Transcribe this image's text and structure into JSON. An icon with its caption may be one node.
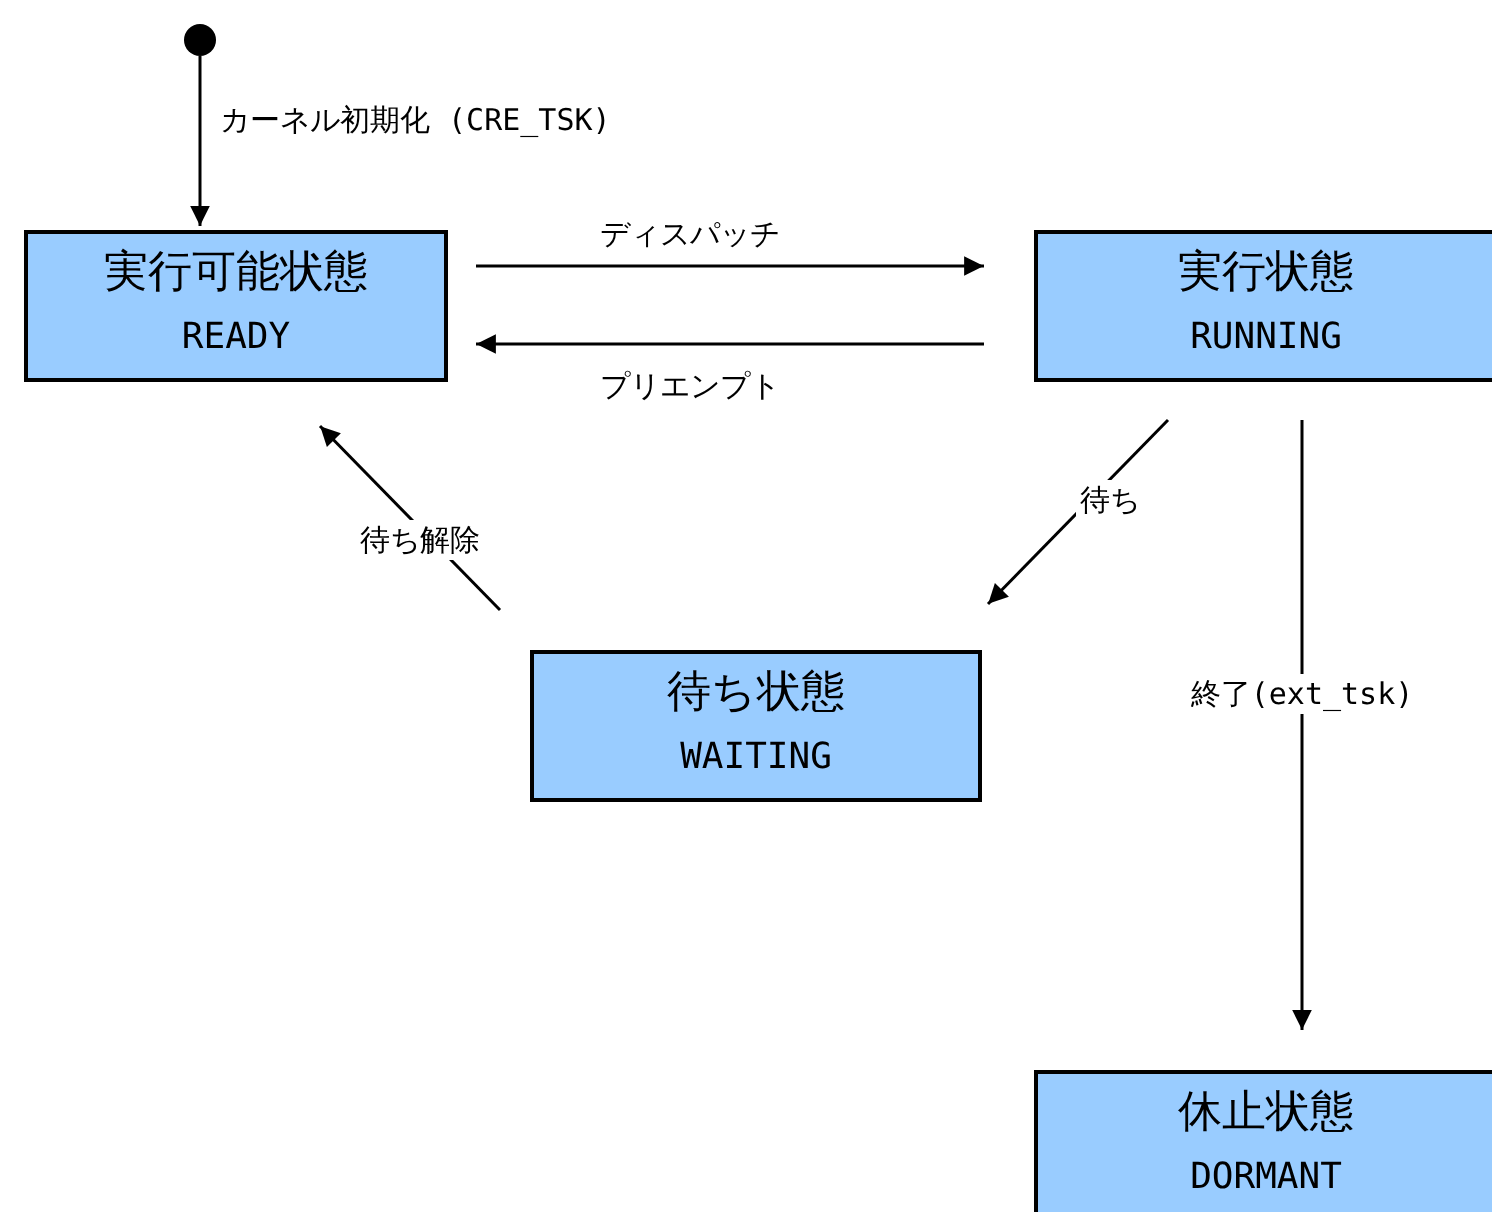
{
  "diagram": {
    "nodes": [
      {
        "text": [],
        "shape": "circle"
      },
      {
        "text": [
          "実行可能状態",
          "READY"
        ]
      },
      {
        "text": [
          "実行状態",
          "RUNNING"
        ]
      },
      {
        "text": [
          "待ち状態",
          "WAITING"
        ]
      },
      {
        "text": [
          "休止状態",
          "DORMANT"
        ]
      }
    ],
    "edges": [
      {
        "from": 0,
        "to": 1,
        "arrow": "to",
        "label": "カーネル初期化 (CRE_TSK)"
      },
      {
        "from": 1,
        "to": 2,
        "arrow": "to",
        "label": "ディスパッチ"
      },
      {
        "from": 2,
        "to": 1,
        "arrow": "to",
        "label": "プリエンプト"
      },
      {
        "from": 2,
        "to": 3,
        "arrow": "to",
        "label": "待ち"
      },
      {
        "from": 3,
        "to": 1,
        "arrow": "to",
        "label": "待ち解除"
      },
      {
        "from": 2,
        "to": 4,
        "arrow": "to",
        "label": "終了(ext_tsk)"
      }
    ]
  }
}
